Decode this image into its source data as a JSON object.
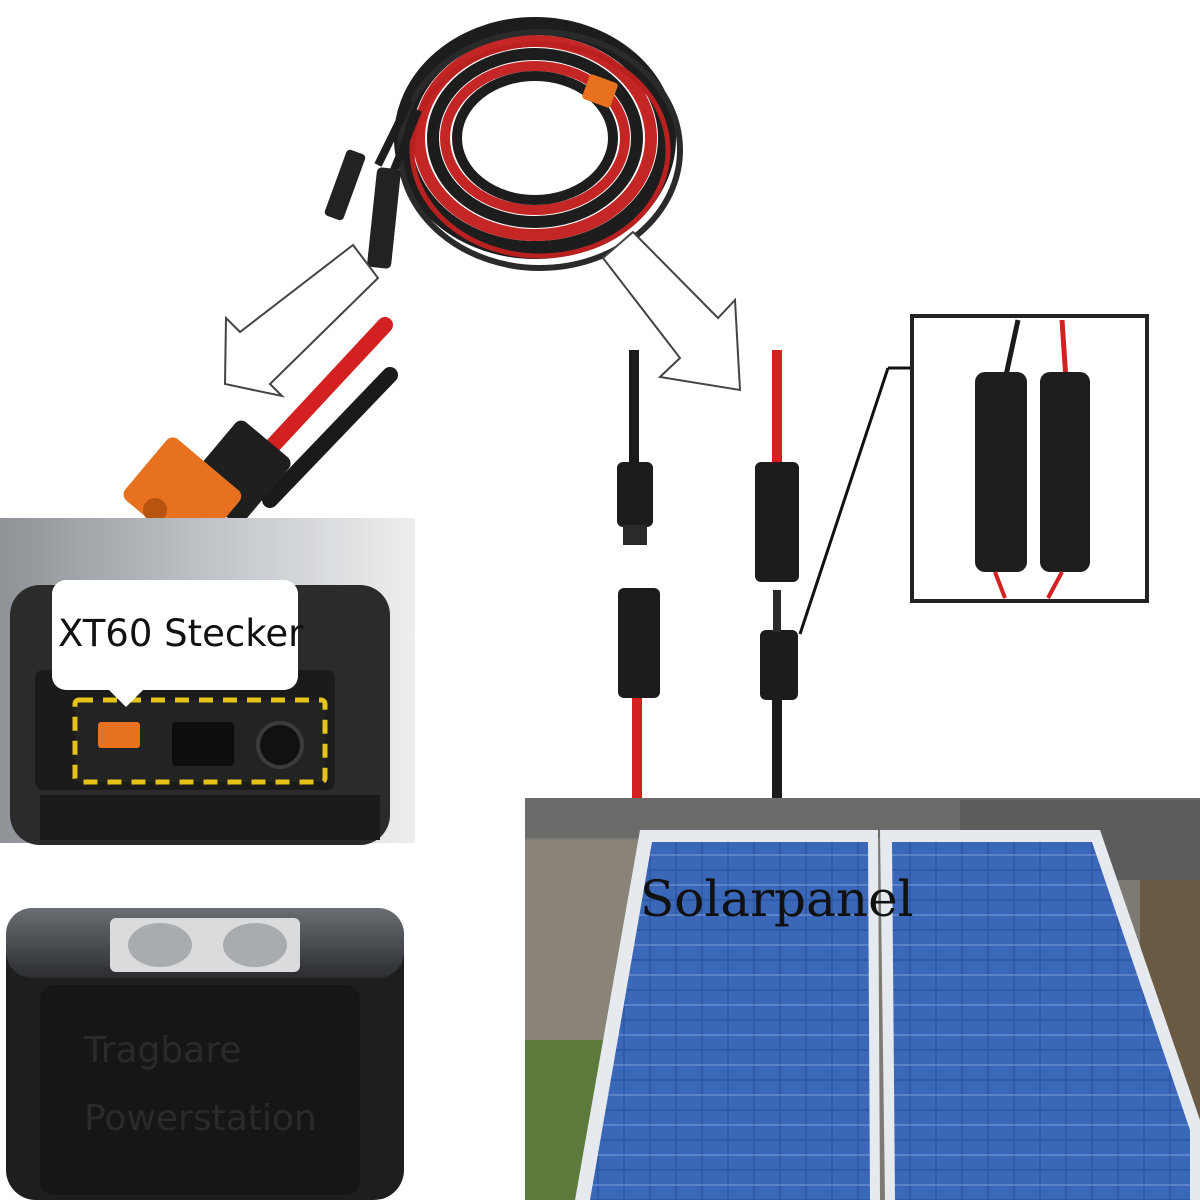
{
  "labels": {
    "connector": "XT60 Stecker",
    "panel": "Solarpanel",
    "station_line1": "Tragbare",
    "station_line2": "Powerstation"
  },
  "colors": {
    "cable_red": "#d32020",
    "cable_black": "#1a1a1a",
    "xt60_orange": "#e8711f",
    "panel_blue": "#2f5aa8",
    "panel_frame": "#e6e9ee"
  },
  "icons": [
    "coiled-cable-icon",
    "xt60-connector-icon",
    "mc4-connector-icon",
    "arrow-icon",
    "solar-panel-icon",
    "power-station-icon"
  ]
}
